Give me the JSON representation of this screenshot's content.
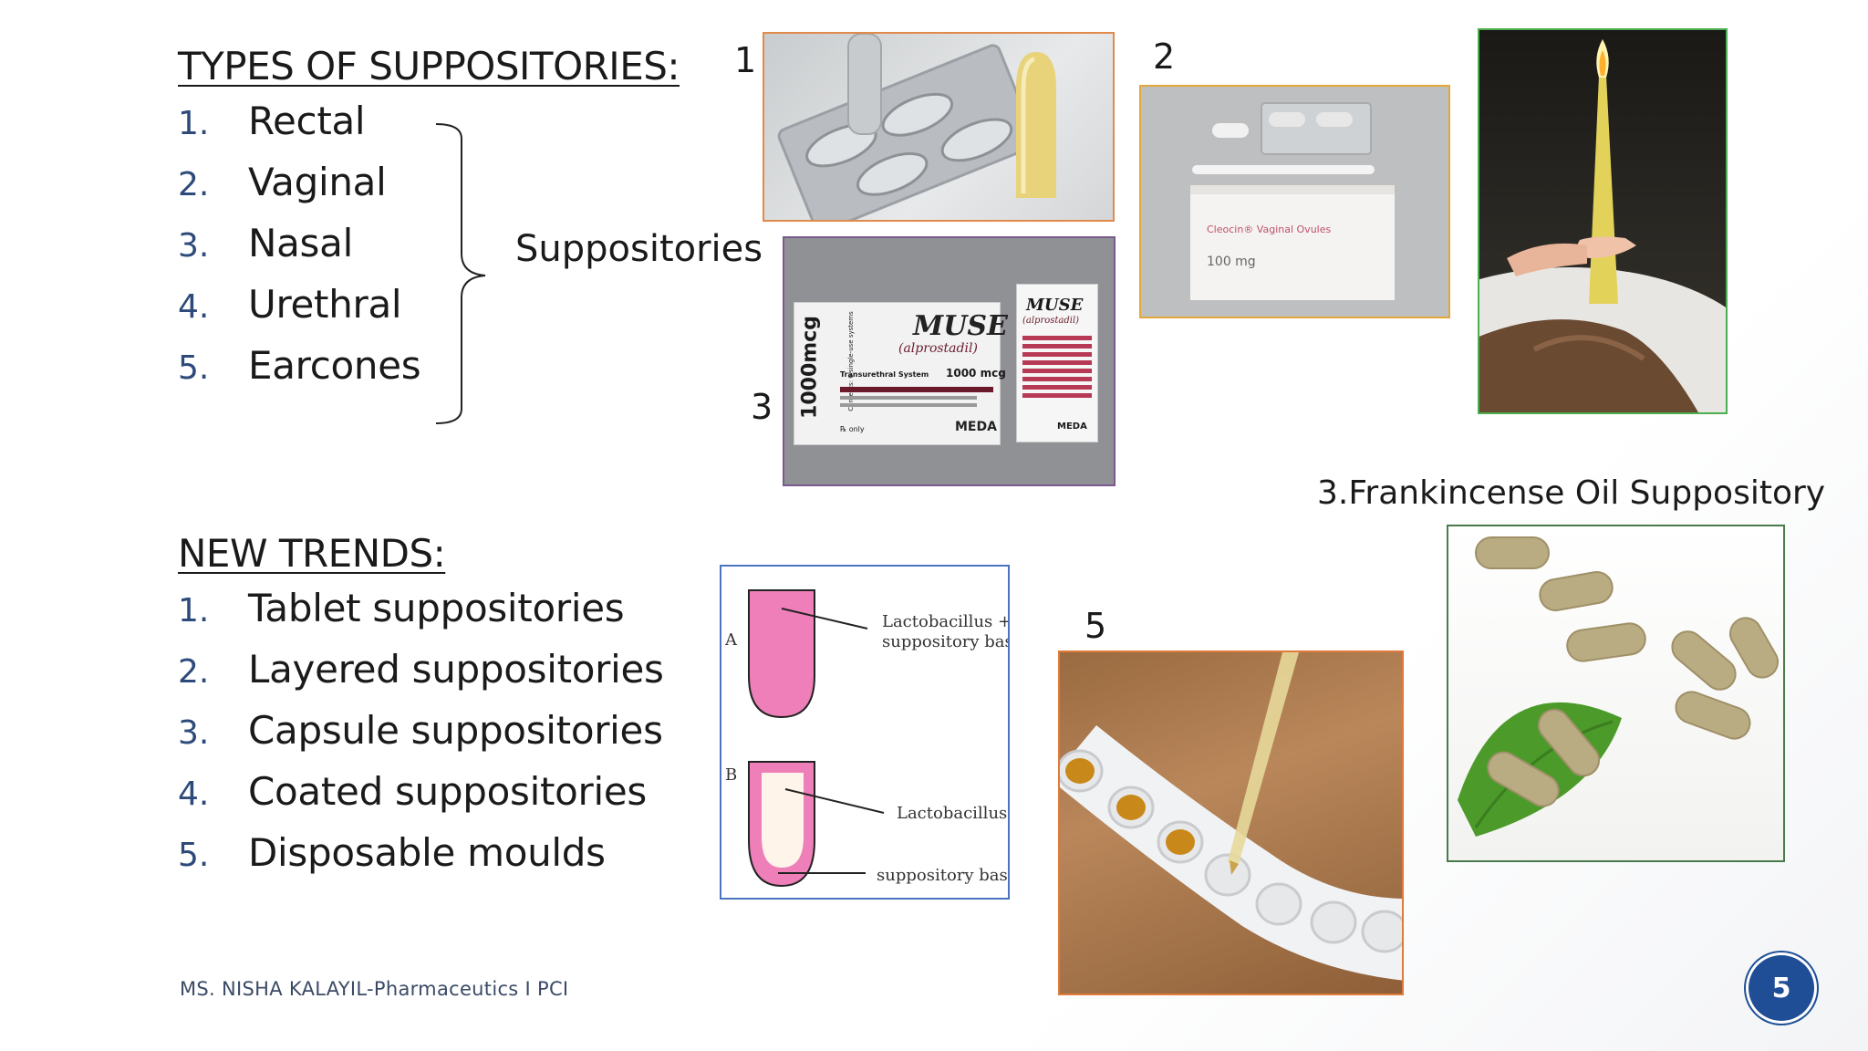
{
  "types_heading": "TYPES OF SUPPOSITORIES:",
  "types": [
    {
      "num": "1.",
      "text": "Rectal"
    },
    {
      "num": "2.",
      "text": "Vaginal"
    },
    {
      "num": "3.",
      "text": "Nasal"
    },
    {
      "num": "4.",
      "text": "Urethral"
    },
    {
      "num": "5.",
      "text": "Earcones"
    }
  ],
  "brace_label": "Suppositories",
  "trends_heading": "NEW TRENDS:",
  "trends": [
    {
      "num": "1.",
      "text": "Tablet suppositories"
    },
    {
      "num": "2.",
      "text": "Layered suppositories"
    },
    {
      "num": "3.",
      "text": "Capsule suppositories"
    },
    {
      "num": "4.",
      "text": "Coated suppositories"
    },
    {
      "num": "5.",
      "text": "Disposable moulds"
    }
  ],
  "image_labels": {
    "img1": "1",
    "img2": "2",
    "img3": "3",
    "layered": "2",
    "moulds": "5",
    "frankincense": "3.Frankincense Oil Suppository"
  },
  "vaginal_box": {
    "brand": "Cleocin® Vaginal Ovules",
    "dose": "100 mg"
  },
  "muse_pack": {
    "big_dose": "1000mcg",
    "brand": "MUSE",
    "generic": "(alprostadil)",
    "system": "Transurethral System",
    "dose": "1000 mcg",
    "maker": "MEDA",
    "contents": "Contents: 6 single-use systems",
    "rx": "℞ only"
  },
  "diagram": {
    "label_a": "A",
    "label_b": "B",
    "text_a_line1": "Lactobacillus +",
    "text_a_line2": "suppository base",
    "text_b1": "Lactobacillus",
    "text_b2": "suppository base"
  },
  "footer": "MS. NISHA KALAYIL-Pharmaceutics I PCI",
  "page_number": "5"
}
